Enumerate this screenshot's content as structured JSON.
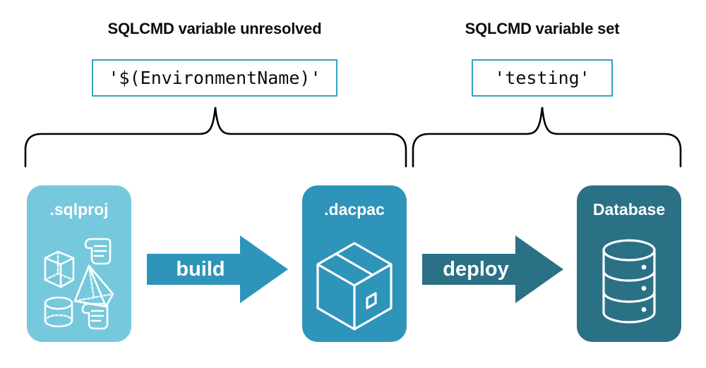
{
  "diagram": {
    "title_left": "SQLCMD variable unresolved",
    "title_right": "SQLCMD variable set",
    "code_left": "'$(EnvironmentName)'",
    "code_right": "'testing'",
    "stages": [
      {
        "label": ".sqlproj",
        "icon": "project-shapes-icon",
        "color": "#76c8dd"
      },
      {
        "label": ".dacpac",
        "icon": "package-box-icon",
        "color": "#2e94b9"
      },
      {
        "label": "Database",
        "icon": "database-cylinder-icon",
        "color": "#2a7186"
      }
    ],
    "arrows": [
      {
        "label": "build",
        "color": "#2e94b9"
      },
      {
        "label": "deploy",
        "color": "#2a7186"
      }
    ],
    "colors": {
      "code_border": "#35a3c4",
      "brace": "#000000",
      "text": "#0d0d0d",
      "background": "#ffffff"
    }
  }
}
